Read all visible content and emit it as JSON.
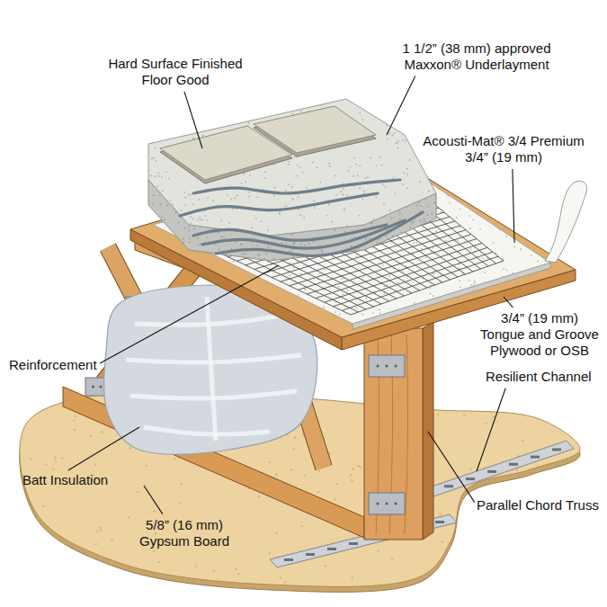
{
  "diagram": {
    "labels": [
      "Hard Surface Finished Floor Good",
      "1 1/2” (38 mm) approved Maxxon® Underlayment",
      "Acousti-Mat® 3/4 Premium 3/4” (19 mm)",
      "3/4” (19 mm) Tongue and Groove Plywood or OSB",
      "Reinforcement",
      "Resilient Channel",
      "Batt Insulation",
      "Parallel Chord Truss",
      "5/8” (16 mm) Gypsum Board"
    ]
  }
}
